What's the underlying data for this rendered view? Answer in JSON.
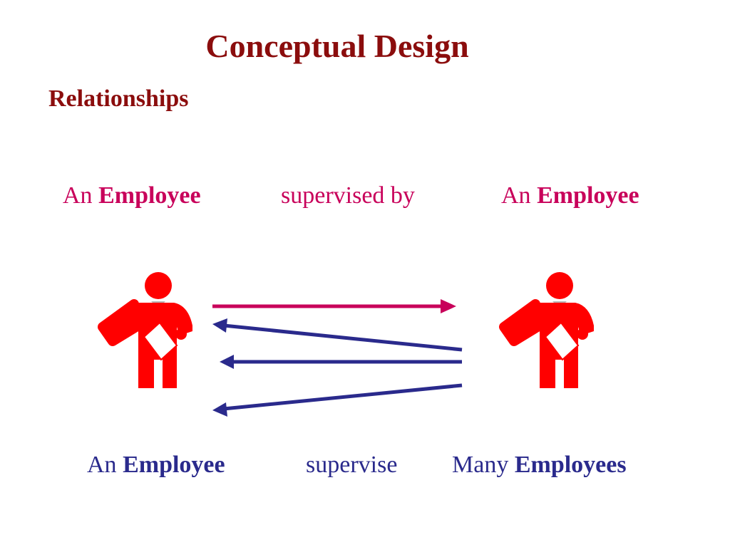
{
  "title": "Conceptual Design",
  "subtitle": "Relationships",
  "top_row": {
    "left_prefix": "An",
    "left_entity": "Employee",
    "relation": "supervised by",
    "right_prefix": "An",
    "right_entity": "Employee"
  },
  "bottom_row": {
    "left_prefix": "An",
    "left_entity": "Employee",
    "relation": "supervise",
    "right_prefix": "Many",
    "right_entity": "Employees"
  },
  "colors": {
    "title": "#8b0d0d",
    "top_text": "#c8005a",
    "bottom_text": "#2a2a8c",
    "figure": "#ff0000",
    "top_arrow": "#c8005a",
    "bottom_arrows": "#2a2a8c"
  }
}
